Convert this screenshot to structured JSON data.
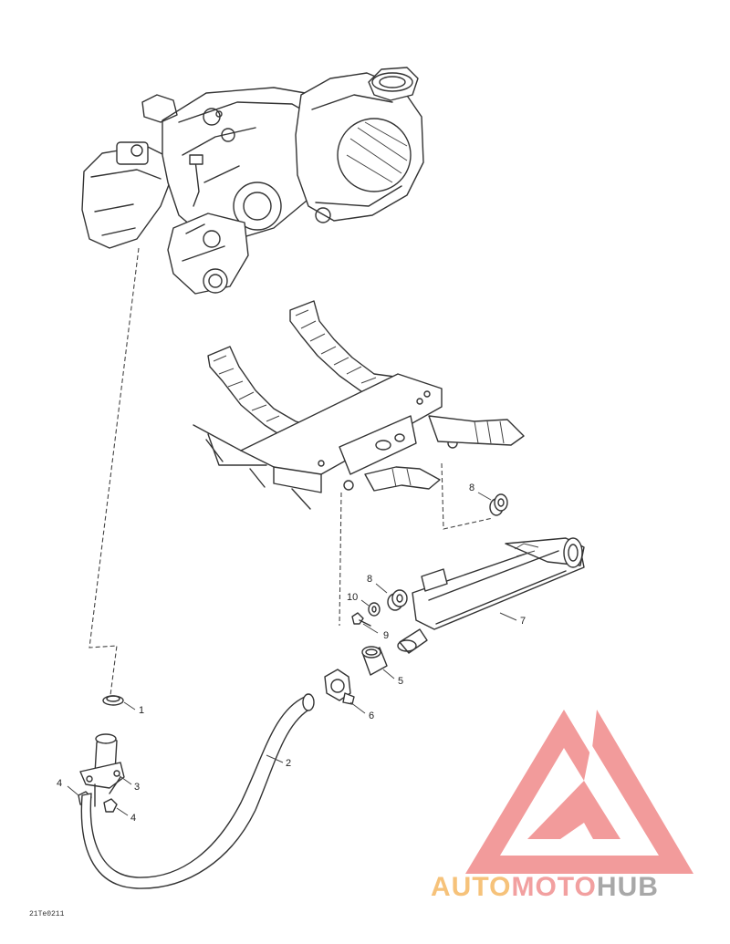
{
  "diagram": {
    "ref_code": "21Te0211",
    "callouts": [
      {
        "id": "callout-1",
        "text": "1"
      },
      {
        "id": "callout-2",
        "text": "2"
      },
      {
        "id": "callout-3",
        "text": "3"
      },
      {
        "id": "callout-4a",
        "text": "4"
      },
      {
        "id": "callout-4b",
        "text": "4"
      },
      {
        "id": "callout-5",
        "text": "5"
      },
      {
        "id": "callout-6",
        "text": "6"
      },
      {
        "id": "callout-7",
        "text": "7"
      },
      {
        "id": "callout-8a",
        "text": "8"
      },
      {
        "id": "callout-8b",
        "text": "8"
      },
      {
        "id": "callout-9",
        "text": "9"
      },
      {
        "id": "callout-10",
        "text": "10"
      }
    ]
  },
  "watermark": {
    "part1": "AUTO",
    "part2": "MOTO",
    "part3": "HUB",
    "colors": {
      "auto": "#f6c27a",
      "moto": "#f2a0a0",
      "hub": "#a8a8a8",
      "triangle": "#f08a8a"
    }
  }
}
